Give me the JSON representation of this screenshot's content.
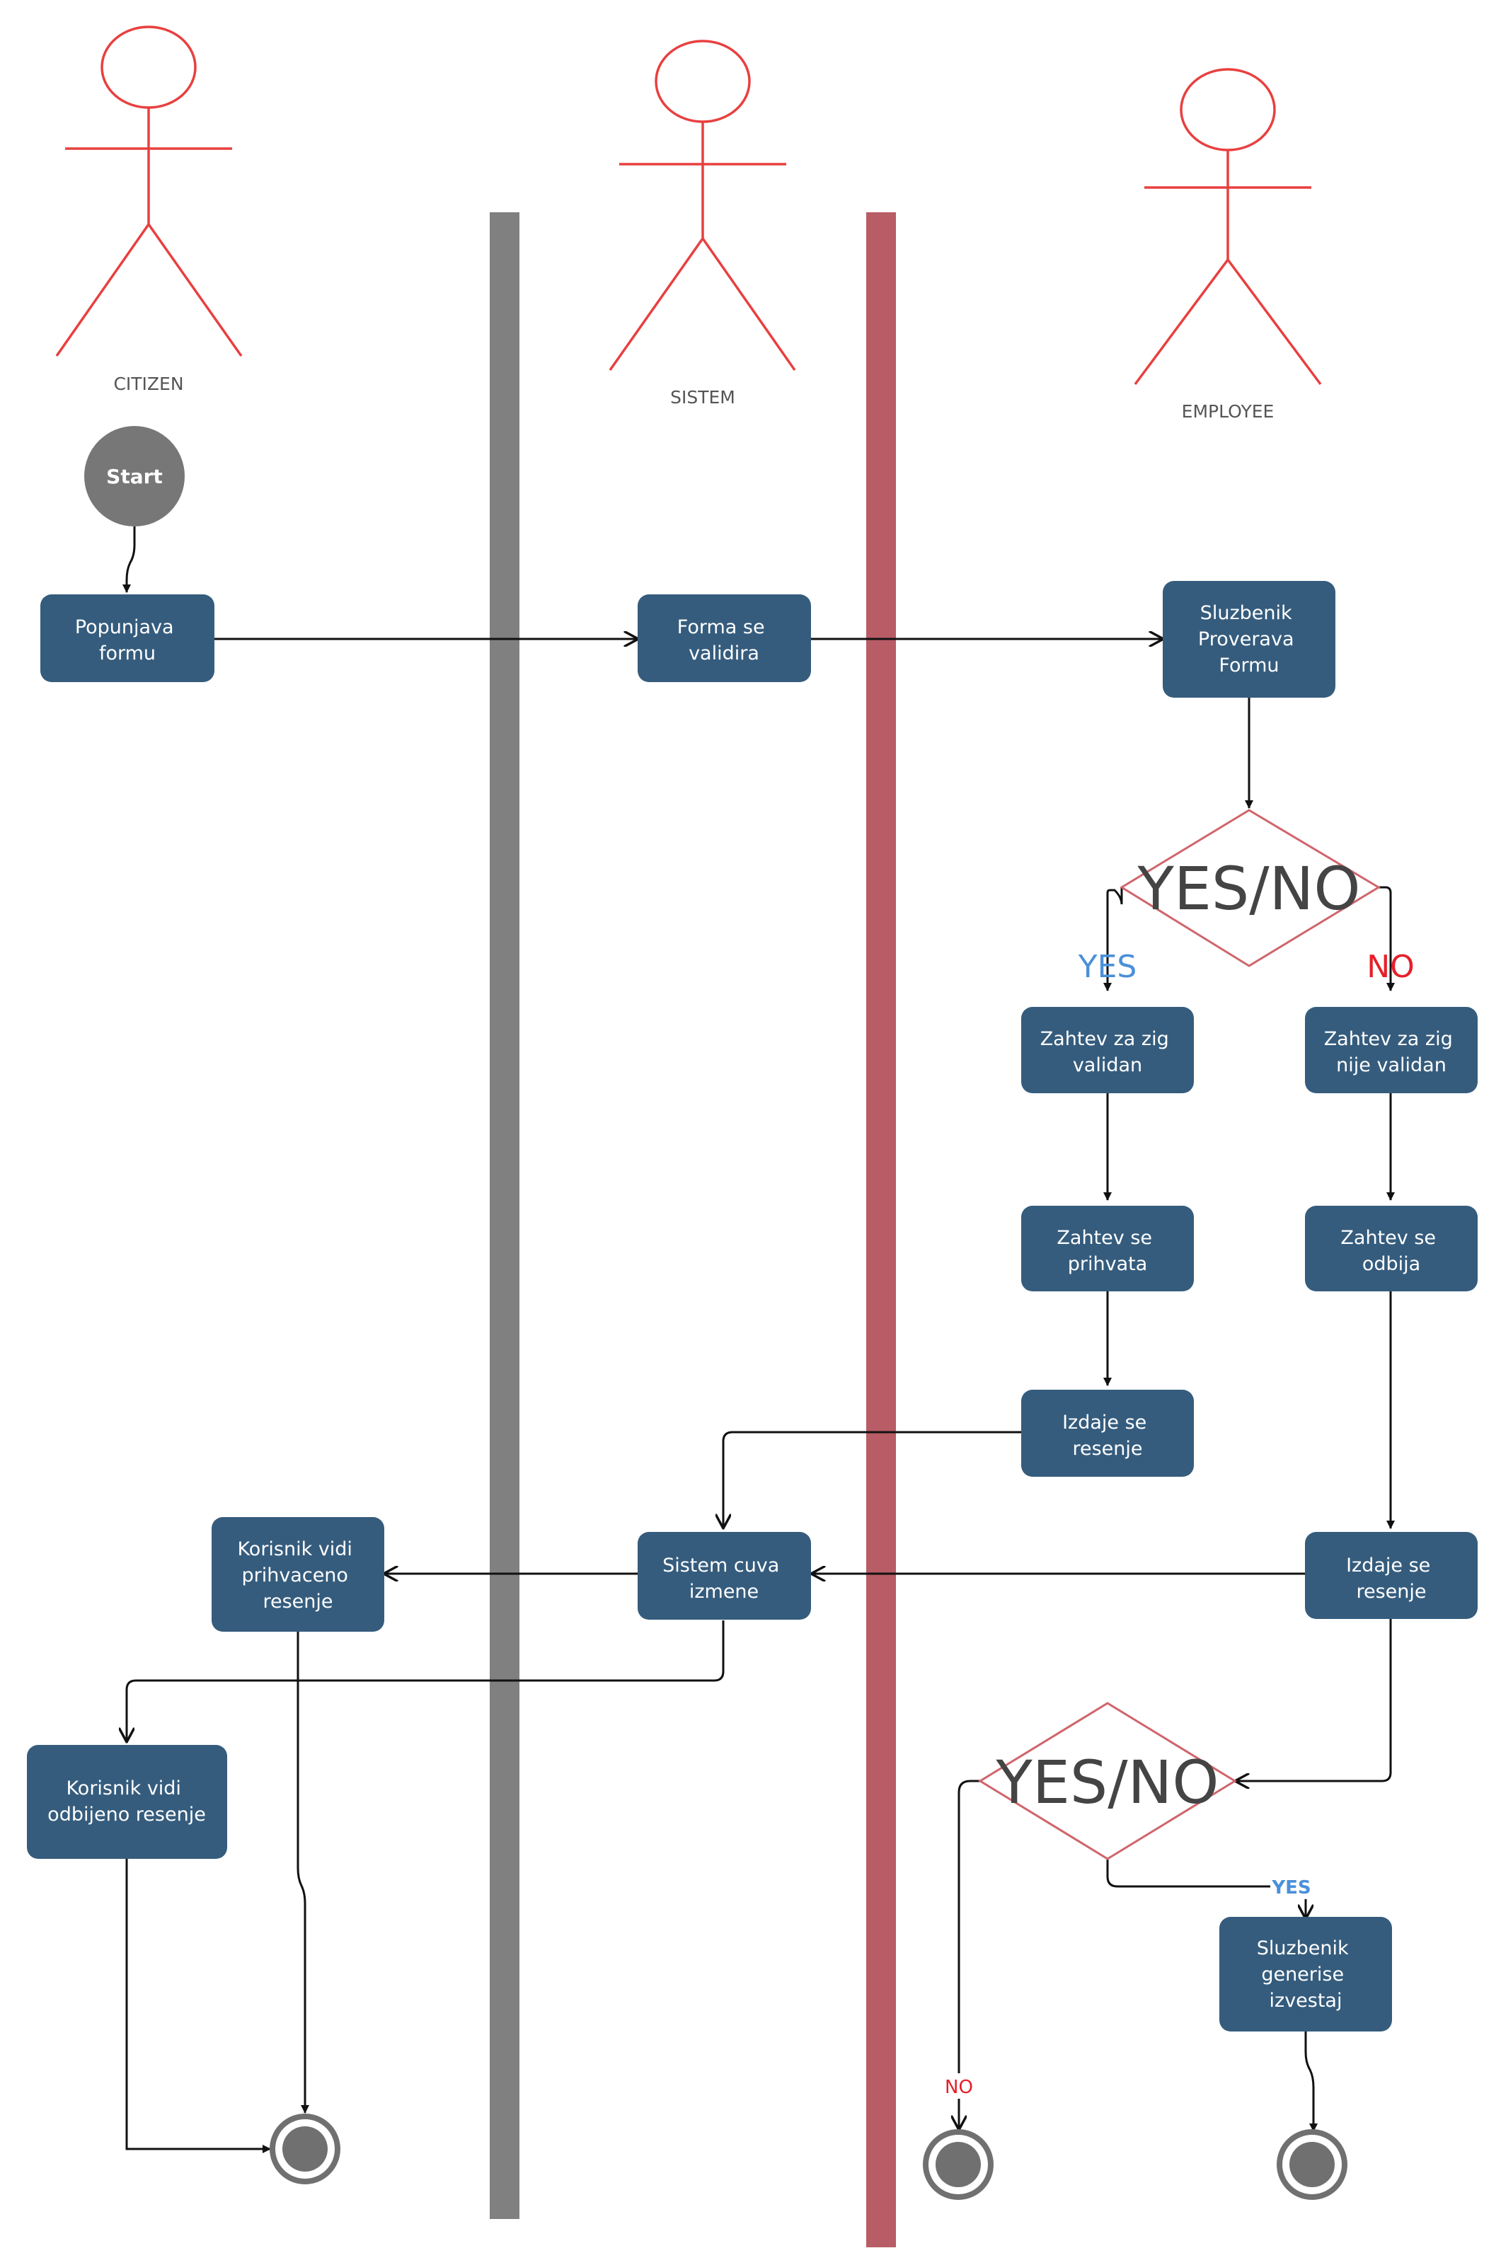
{
  "actors": {
    "citizen": "CITIZEN",
    "sistem": "SISTEM",
    "employee": "EMPLOYEE"
  },
  "start": "Start",
  "nodes": {
    "popunjava": [
      "Popunjava",
      "formu"
    ],
    "forma": [
      "Forma se",
      "validira"
    ],
    "sluzbenik_proverava": [
      "Sluzbenik",
      "Proverava",
      "Formu"
    ],
    "zig_validan": [
      "Zahtev za zig",
      "validan"
    ],
    "zig_nije_validan": [
      "Zahtev za zig",
      "nije validan"
    ],
    "se_prihvata": [
      "Zahtev se",
      "prihvata"
    ],
    "se_odbija": [
      "Zahtev se",
      "odbija"
    ],
    "izdaje_resenje_1": [
      "Izdaje se",
      "resenje"
    ],
    "izdaje_resenje_2": [
      "Izdaje se",
      "resenje"
    ],
    "sistem_cuva": [
      "Sistem cuva",
      "izmene"
    ],
    "korisnik_prihvaceno": [
      "Korisnik vidi",
      "prihvaceno",
      "resenje"
    ],
    "korisnik_odbijeno": [
      "Korisnik vidi",
      "odbijeno resenje"
    ],
    "sluzbenik_generise": [
      "Sluzbenik",
      "generise",
      "izvestaj"
    ]
  },
  "decisions": {
    "first": "YES/NO",
    "second": "YES/NO"
  },
  "labels": {
    "yes_big": "YES",
    "no_big": "NO",
    "yes_small": "YES",
    "no_small": "NO"
  },
  "colors": {
    "node_fill": "#355c7d",
    "actor_stroke": "#e8403f",
    "lane_left": "#808080",
    "lane_right": "#b85c66",
    "decision_stroke": "#d0656c",
    "start_fill": "#777777",
    "end_ring": "#707070"
  }
}
